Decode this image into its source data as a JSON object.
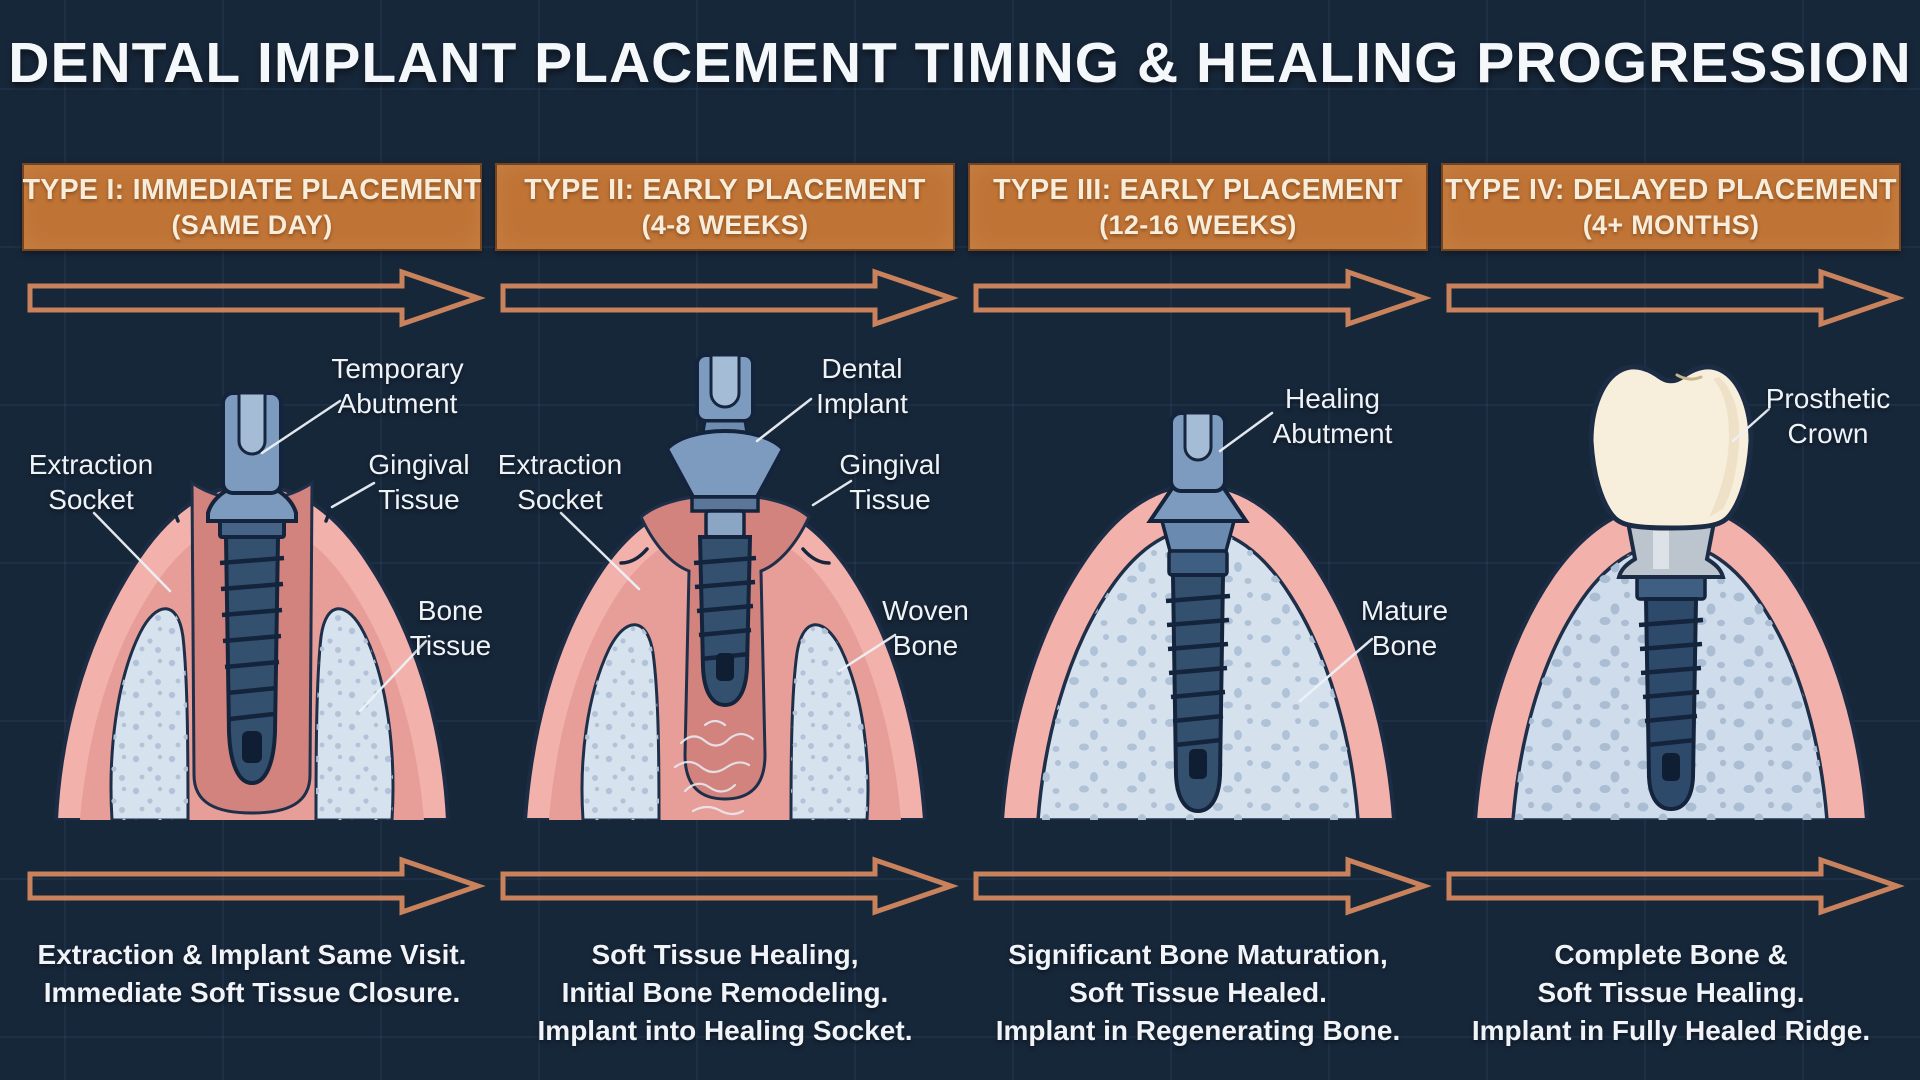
{
  "title": "DENTAL IMPLANT PLACEMENT TIMING & HEALING PROGRESSION",
  "icons": {
    "timeline_arrow": "arrow-right"
  },
  "colors": {
    "background": "#17273a",
    "header_bar": "#bf7335",
    "header_text": "#f8edda",
    "arrow_outline": "#c9825b",
    "label_text": "#eef3f8",
    "gum_pink": "#f3b1ab",
    "socket_pink": "#d2837d",
    "bone_light": "#d7e2ef",
    "implant_blue": "#33516f",
    "abutment_steel": "#7c9bbf",
    "crown_cream": "#f7efdc"
  },
  "stages": [
    {
      "header": {
        "line1": "TYPE I: IMMEDIATE PLACEMENT",
        "line2": "(SAME DAY)"
      },
      "labels": {
        "abutment": [
          "Temporary",
          "Abutment"
        ],
        "socket": [
          "Extraction",
          "Socket"
        ],
        "gingiva": [
          "Gingival",
          "Tissue"
        ],
        "bone": [
          "Bone",
          "Tissue"
        ]
      },
      "caption": [
        "Extraction & Implant Same Visit.",
        "Immediate Soft Tissue Closure."
      ]
    },
    {
      "header": {
        "line1": "TYPE II: EARLY PLACEMENT",
        "line2": "(4-8 WEEKS)"
      },
      "labels": {
        "implant": [
          "Dental",
          "Implant"
        ],
        "socket": [
          "Extraction",
          "Socket"
        ],
        "gingiva": [
          "Gingival",
          "Tissue"
        ],
        "bone": [
          "Woven",
          "Bone"
        ]
      },
      "caption": [
        "Soft Tissue Healing,",
        "Initial Bone Remodeling.",
        "Implant into Healing Socket."
      ]
    },
    {
      "header": {
        "line1": "TYPE III: EARLY PLACEMENT",
        "line2": "(12-16 WEEKS)"
      },
      "labels": {
        "abutment": [
          "Healing",
          "Abutment"
        ],
        "bone": [
          "Mature",
          "Bone"
        ]
      },
      "caption": [
        "Significant Bone Maturation,",
        "Soft Tissue Healed.",
        "Implant in Regenerating Bone."
      ]
    },
    {
      "header": {
        "line1": "TYPE IV: DELAYED PLACEMENT",
        "line2": "(4+ MONTHS)"
      },
      "labels": {
        "crown": [
          "Prosthetic",
          "Crown"
        ]
      },
      "caption": [
        "Complete Bone &",
        "Soft Tissue Healing.",
        "Implant in Fully Healed Ridge."
      ]
    }
  ]
}
